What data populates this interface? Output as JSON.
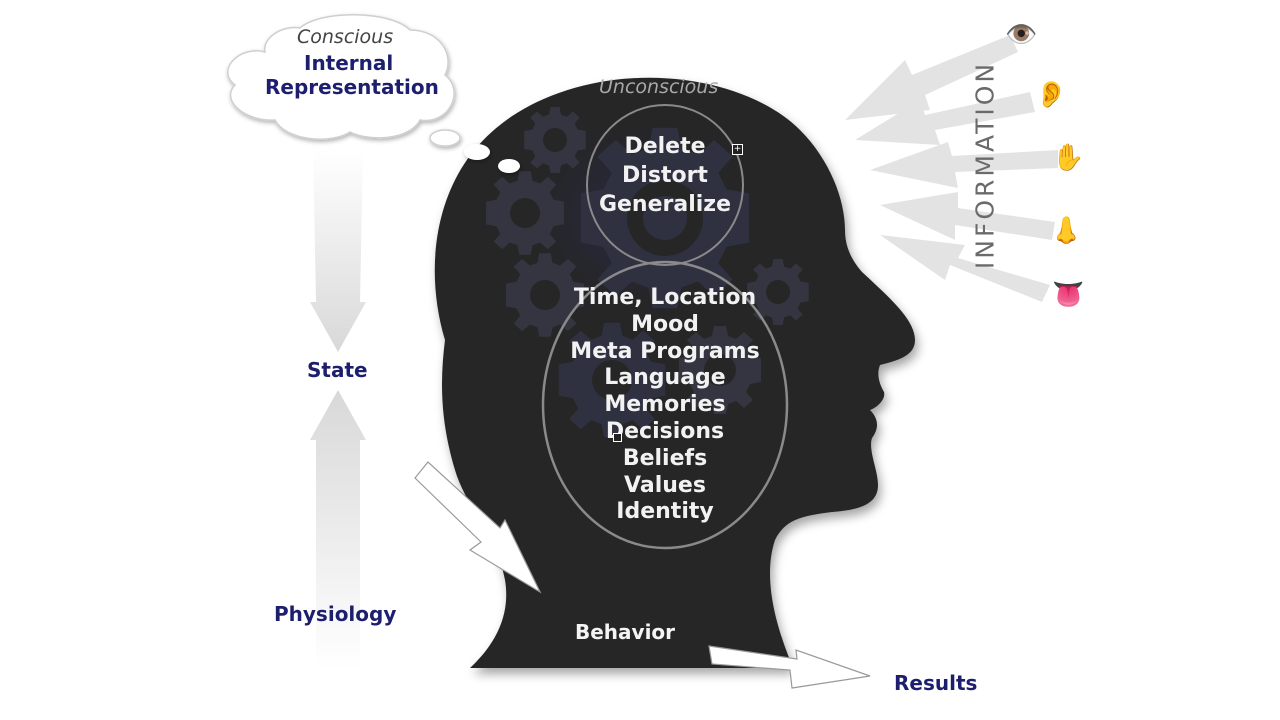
{
  "diagram": {
    "thought_bubble": {
      "line1": "Conscious",
      "line2": "Internal",
      "line3": "Representation"
    },
    "head": {
      "unconscious_label": "Unconscious",
      "filters": [
        "Delete",
        "Distort",
        "Generalize"
      ],
      "filter_list": [
        "Time, Location",
        "Mood",
        "Meta Programs",
        "Language",
        "Memories",
        "Decisions",
        "Beliefs",
        "Values",
        "Identity"
      ],
      "behavior_label": "Behavior"
    },
    "left_flow": {
      "state_label": "State",
      "physiology_label": "Physiology"
    },
    "results_label": "Results",
    "information": {
      "label": "INFORMATION",
      "senses": [
        {
          "name": "eye",
          "glyph": "👁️"
        },
        {
          "name": "ear",
          "glyph": "👂"
        },
        {
          "name": "hand",
          "glyph": "✋"
        },
        {
          "name": "nose",
          "glyph": "👃"
        },
        {
          "name": "tongue",
          "glyph": "👅"
        }
      ]
    },
    "colors": {
      "head": "#262626",
      "label_blue": "#1d1f6e",
      "arrow_grey": "#e3e3e3"
    }
  }
}
